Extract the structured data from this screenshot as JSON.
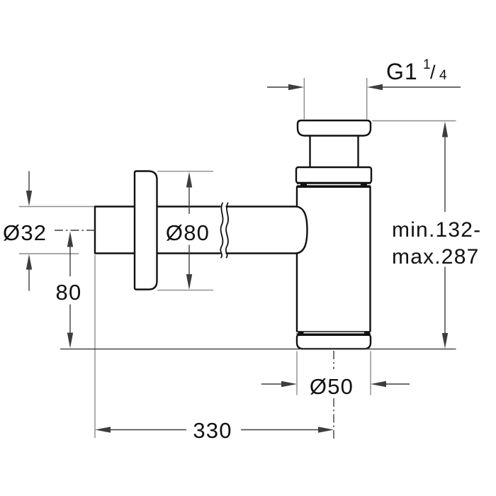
{
  "colors": {
    "outline": "#111111",
    "dimension": "#3d3d3d",
    "extension": "#8c8c8c",
    "text": "#111111",
    "background": "#ffffff"
  },
  "labels": {
    "thread_size_main": "G1",
    "thread_size_sup": "1",
    "thread_size_slash": "/",
    "thread_size_sub": "4",
    "inlet_diameter": "Ø32",
    "rosette_diameter": "Ø80",
    "inlet_center_height": "80",
    "height_range_line1": "min.132-",
    "height_range_line2": "max.287",
    "outlet_diameter": "Ø50",
    "overall_length": "330"
  }
}
